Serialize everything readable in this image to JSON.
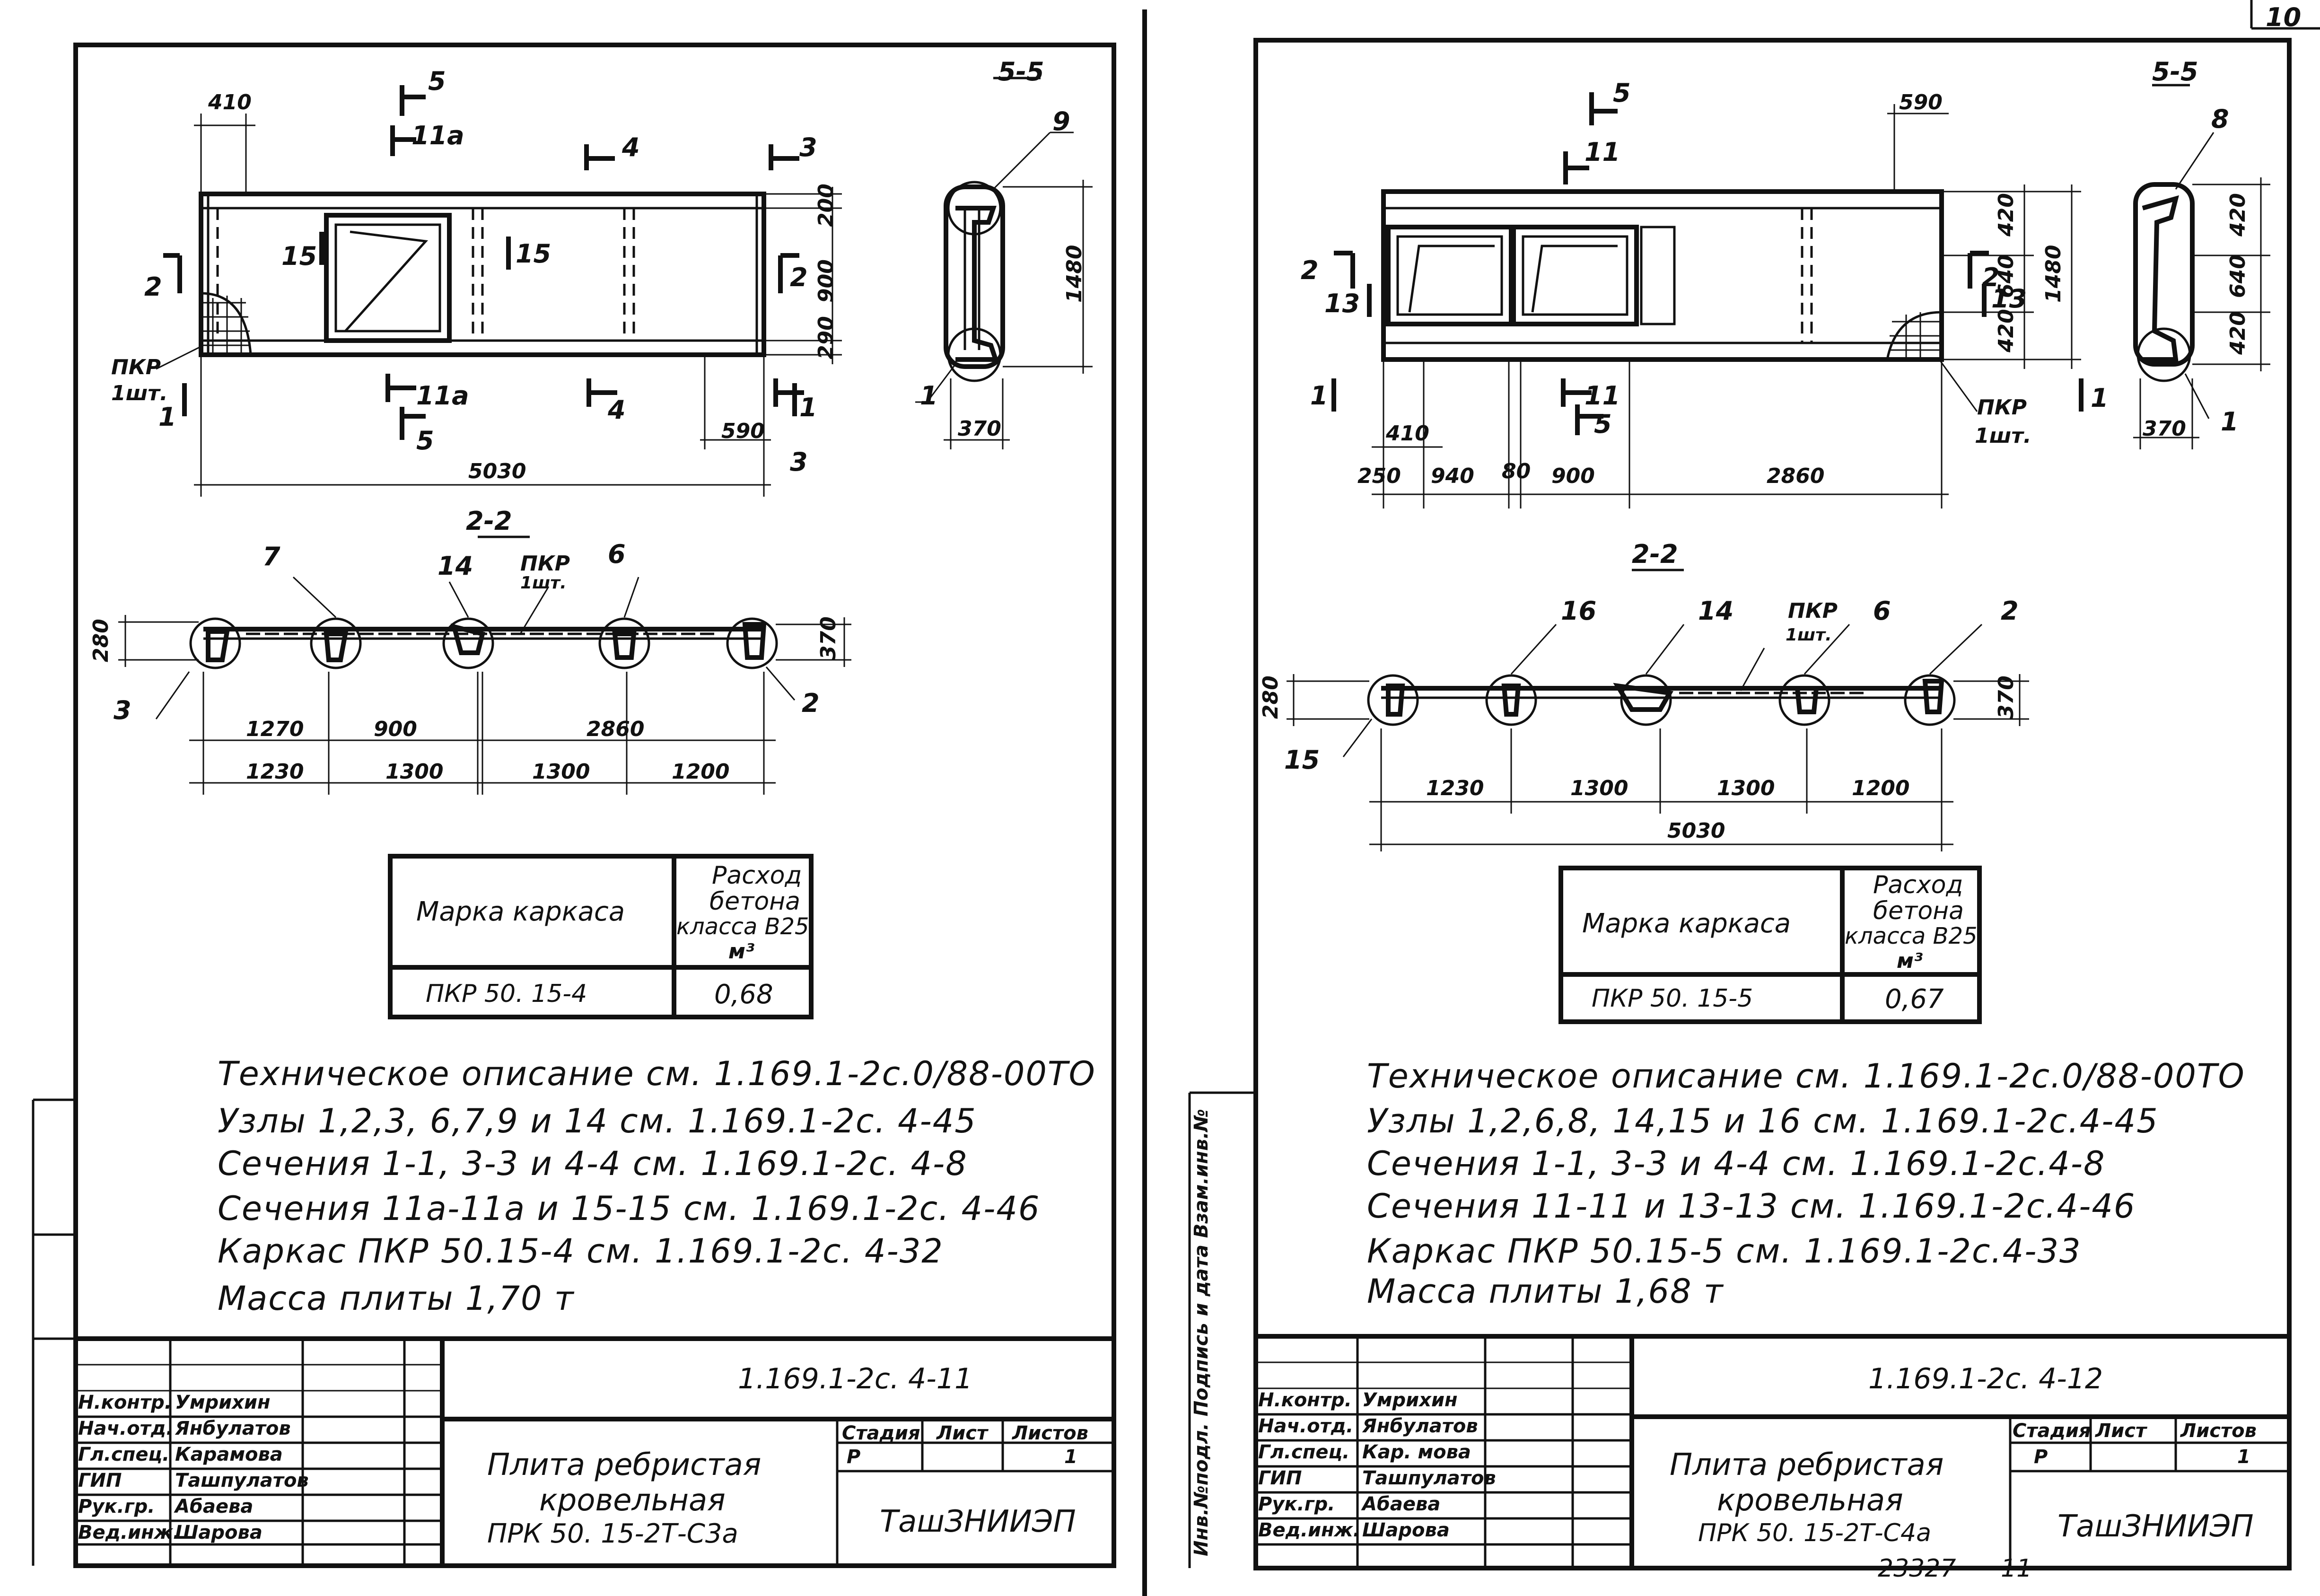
{
  "page_number": "10",
  "bottom_numbers": {
    "left": "23327",
    "right": "11"
  },
  "left_sheet": {
    "section_55": "5-5",
    "section_22": "2-2",
    "callouts": {
      "c9": "9",
      "c1": "1",
      "c5a": "5",
      "c5b": "5",
      "c11a_top": "11а",
      "c11a_bot": "11а",
      "c4a": "4",
      "c4b": "4",
      "c3a": "3",
      "c3b": "3",
      "c2a": "2",
      "c2b": "2",
      "c1a": "1",
      "c1b": "1",
      "c15a": "15",
      "c15b": "15",
      "c7": "7",
      "c14": "14",
      "c6": "6",
      "c3s": "3",
      "c2s": "2"
    },
    "pkr_label": "ПКР",
    "pkr_count": "1шт.",
    "dims": {
      "d410": "410",
      "d200": "200",
      "d900": "900",
      "d290": "290",
      "d590": "590",
      "d5030": "5030",
      "d1480": "1480",
      "d370a": "370",
      "d280": "280",
      "d370b": "370",
      "d1270": "1270",
      "d900b": "900",
      "d2860": "2860",
      "d1230": "1230",
      "d1300a": "1300",
      "d1300b": "1300",
      "d1200": "1200"
    },
    "table": {
      "col1_header": "Марка каркаса",
      "col2_header_l1": "Расход",
      "col2_header_l2": "бетона",
      "col2_header_l3": "класса В25,",
      "col2_header_l4": "м³",
      "row_mark": "ПКР 50. 15-4",
      "row_value": "0,68"
    },
    "notes": [
      "Техническое описание см. 1.169.1-2с.0/88-00ТО",
      "Узлы 1,2,3, 6,7,9 и 14 см. 1.169.1-2с. 4-45",
      "Сечения 1-1, 3-3 и 4-4 см. 1.169.1-2с. 4-8",
      "Сечения 11а-11а и 15-15 см. 1.169.1-2с. 4-46",
      "Каркас ПКР 50.15-4 см. 1.169.1-2с. 4-32",
      "Масса плиты 1,70 т"
    ],
    "title_block": {
      "code": "1.169.1-2с. 4-11",
      "roles": [
        "Н.контр.",
        "Нач.отд.",
        "Гл.спец.",
        "ГИП",
        "Рук.гр.",
        "Вед.инж."
      ],
      "names": [
        "Умрихин",
        "Янбулатов",
        "Карамова",
        "Ташпулатов",
        "Абаева",
        "Шарова"
      ],
      "title_l1": "Плита ребристая",
      "title_l2": "кровельная",
      "title_l3": "ПРК 50. 15-2Т-С3а",
      "stage_h": "Стадия",
      "sheet_h": "Лист",
      "sheets_h": "Листов",
      "stage_v": "Р",
      "sheets_v": "1",
      "org": "ТашЗНИИЭП"
    }
  },
  "right_sheet": {
    "section_55": "5-5",
    "section_22": "2-2",
    "callouts": {
      "c8": "8",
      "c1": "1",
      "c5a": "5",
      "c5b": "5",
      "c11a": "11",
      "c11b": "11",
      "c2a": "2",
      "c2b": "2",
      "c13a": "13",
      "c13b": "13",
      "c1a": "1",
      "c1b": "1",
      "c16": "16",
      "c14": "14",
      "c6": "6",
      "c2s": "2",
      "c15": "15"
    },
    "pkr_label": "ПКР",
    "pkr_count": "1шт.",
    "dims": {
      "d590": "590",
      "d420a": "420",
      "d640": "640",
      "d420b": "420",
      "d1480": "1480",
      "d410": "410",
      "d250": "250",
      "d940": "940",
      "d80": "80",
      "d900": "900",
      "d2860": "2860",
      "d370a": "370",
      "d420c": "420",
      "d640b": "640",
      "d420d": "420",
      "d280": "280",
      "d370b": "370",
      "d1230": "1230",
      "d1300a": "1300",
      "d1300b": "1300",
      "d1200": "1200",
      "d5030": "5030"
    },
    "table": {
      "col1_header": "Марка каркаса",
      "col2_header_l1": "Расход",
      "col2_header_l2": "бетона",
      "col2_header_l3": "класса В25,",
      "col2_header_l4": "м³",
      "row_mark": "ПКР 50. 15-5",
      "row_value": "0,67"
    },
    "notes": [
      "Техническое описание см. 1.169.1-2с.0/88-00ТО",
      "Узлы 1,2,6,8, 14,15 и 16 см. 1.169.1-2с.4-45",
      "Сечения 1-1, 3-3 и 4-4 см. 1.169.1-2с.4-8",
      "Сечения 11-11 и 13-13 см. 1.169.1-2с.4-46",
      "Каркас ПКР 50.15-5 см. 1.169.1-2с.4-33",
      "Масса плиты 1,68 т"
    ],
    "side_stamp": "Инв.№подл. Подпись и дата Взам.инв.№",
    "title_block": {
      "code": "1.169.1-2с. 4-12",
      "roles": [
        "Н.контр.",
        "Нач.отд.",
        "Гл.спец.",
        "ГИП",
        "Рук.гр.",
        "Вед.инж."
      ],
      "names": [
        "Умрихин",
        "Янбулатов",
        "Кар. мова",
        "Ташпулатов",
        "Абаева",
        "Шарова"
      ],
      "title_l1": "Плита ребристая",
      "title_l2": "кровельная",
      "title_l3": "ПРК 50. 15-2Т-С4а",
      "stage_h": "Стадия",
      "sheet_h": "Лист",
      "sheets_h": "Листов",
      "stage_v": "Р",
      "sheets_v": "1",
      "org": "ТашЗНИИЭП"
    }
  }
}
